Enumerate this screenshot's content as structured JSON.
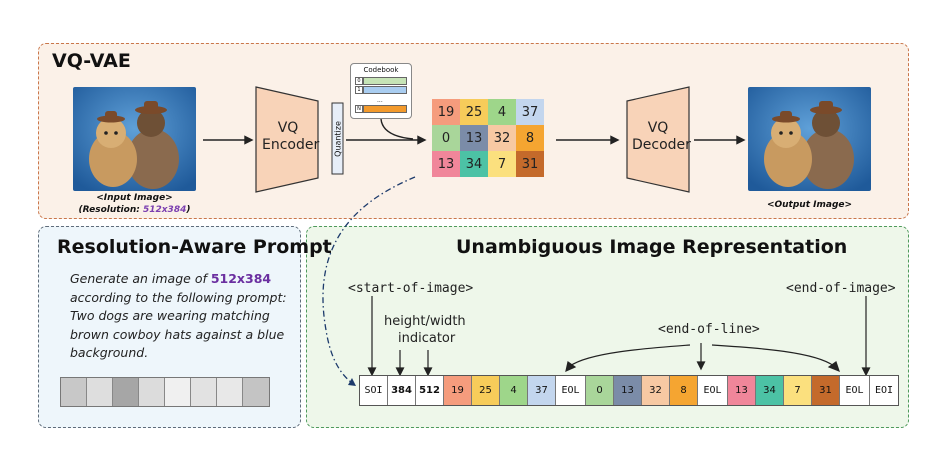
{
  "vqvae": {
    "title": "VQ-VAE",
    "input_caption": "<Input Image>",
    "resolution_prefix": "(Resolution: ",
    "resolution_value": "512x384",
    "resolution_suffix": ")",
    "output_caption": "<Output Image>",
    "encoder_label": "VQ Encoder",
    "decoder_label": "VQ Decoder",
    "quantize_label": "Quantize",
    "codebook": {
      "title": "Codebook",
      "rows": [
        {
          "index": "0",
          "color": "#c6e4b6"
        },
        {
          "index": "1",
          "color": "#a9cdf0"
        },
        {
          "index": "N",
          "color": "#f39a2c"
        }
      ],
      "ellipsis": "..."
    },
    "grid": [
      {
        "value": "19",
        "color": "#f59c7d"
      },
      {
        "value": "25",
        "color": "#f7cc5a"
      },
      {
        "value": "4",
        "color": "#9ed68a"
      },
      {
        "value": "37",
        "color": "#c3d6ee"
      },
      {
        "value": "0",
        "color": "#a9d69a"
      },
      {
        "value": "13",
        "color": "#7b8ca8"
      },
      {
        "value": "32",
        "color": "#f7c9a3"
      },
      {
        "value": "8",
        "color": "#f5a531"
      },
      {
        "value": "13",
        "color": "#f0869a"
      },
      {
        "value": "34",
        "color": "#4cc2a5"
      },
      {
        "value": "7",
        "color": "#fbe07e"
      },
      {
        "value": "31",
        "color": "#c46a2b"
      }
    ]
  },
  "prompt": {
    "title": "Resolution-Aware Prompt",
    "line1_prefix": "Generate an image of ",
    "line1_value": "512x384",
    "rest": "according to the following prompt: Two dogs are wearing matching brown cowboy hats against a blue background.",
    "swatches": [
      "#c8c8c8",
      "#dedede",
      "#a6a6a6",
      "#dcdcdc",
      "#f0f0f0",
      "#e2e2e2",
      "#e8e8e8",
      "#c4c4c4"
    ]
  },
  "repr": {
    "title": "Unambiguous Image Representation",
    "start_label": "<start-of-image>",
    "hw_label_1": "height/width",
    "hw_label_2": "indicator",
    "eol_label": "<end-of-line>",
    "end_label": "<end-of-image>",
    "tokens": [
      {
        "text": "SOI",
        "color": "#ffffff",
        "mono": true
      },
      {
        "text": "384",
        "color": "#ffffff",
        "mono": false
      },
      {
        "text": "512",
        "color": "#ffffff",
        "mono": false
      },
      {
        "text": "19",
        "color": "#f59c7d",
        "mono": false
      },
      {
        "text": "25",
        "color": "#f7cc5a",
        "mono": false
      },
      {
        "text": "4",
        "color": "#9ed68a",
        "mono": false
      },
      {
        "text": "37",
        "color": "#c3d6ee",
        "mono": false
      },
      {
        "text": "EOL",
        "color": "#ffffff",
        "mono": true
      },
      {
        "text": "0",
        "color": "#a9d69a",
        "mono": false
      },
      {
        "text": "13",
        "color": "#7b8ca8",
        "mono": false
      },
      {
        "text": "32",
        "color": "#f7c9a3",
        "mono": false
      },
      {
        "text": "8",
        "color": "#f5a531",
        "mono": false
      },
      {
        "text": "EOL",
        "color": "#ffffff",
        "mono": true
      },
      {
        "text": "13",
        "color": "#f0869a",
        "mono": false
      },
      {
        "text": "34",
        "color": "#4cc2a5",
        "mono": false
      },
      {
        "text": "7",
        "color": "#fbe07e",
        "mono": false
      },
      {
        "text": "31",
        "color": "#c46a2b",
        "mono": false
      },
      {
        "text": "EOL",
        "color": "#ffffff",
        "mono": true
      },
      {
        "text": "EOI",
        "color": "#ffffff",
        "mono": true
      }
    ]
  }
}
